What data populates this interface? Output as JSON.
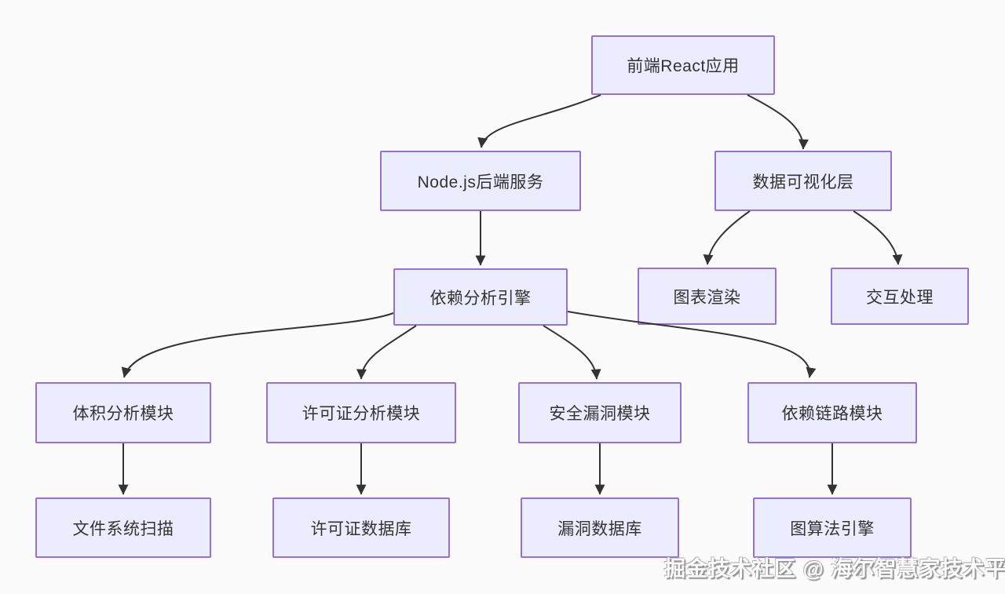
{
  "page": {
    "background": "#fcfbfb"
  },
  "diagram": {
    "type": "flowchart",
    "direction": "top-down",
    "style": {
      "node_fill": "#ececff",
      "node_border": "#9370db",
      "node_text": "#333333",
      "edge_color": "#333333"
    },
    "nodes": {
      "react_app": {
        "label": "前端React应用"
      },
      "node_backend": {
        "label": "Node.js后端服务"
      },
      "data_viz": {
        "label": "数据可视化层"
      },
      "dep_engine": {
        "label": "依赖分析引擎"
      },
      "chart_render": {
        "label": "图表渲染"
      },
      "interaction": {
        "label": "交互处理"
      },
      "volume_module": {
        "label": "体积分析模块"
      },
      "license_module": {
        "label": "许可证分析模块"
      },
      "security_module": {
        "label": "安全漏洞模块"
      },
      "chain_module": {
        "label": "依赖链路模块"
      },
      "fs_scan": {
        "label": "文件系统扫描"
      },
      "license_db": {
        "label": "许可证数据库"
      },
      "vuln_db": {
        "label": "漏洞数据库"
      },
      "graph_engine": {
        "label": "图算法引擎"
      }
    },
    "edges": [
      {
        "from": "react_app",
        "to": "node_backend"
      },
      {
        "from": "react_app",
        "to": "data_viz"
      },
      {
        "from": "node_backend",
        "to": "dep_engine"
      },
      {
        "from": "data_viz",
        "to": "chart_render"
      },
      {
        "from": "data_viz",
        "to": "interaction"
      },
      {
        "from": "dep_engine",
        "to": "volume_module"
      },
      {
        "from": "dep_engine",
        "to": "license_module"
      },
      {
        "from": "dep_engine",
        "to": "security_module"
      },
      {
        "from": "dep_engine",
        "to": "chain_module"
      },
      {
        "from": "volume_module",
        "to": "fs_scan"
      },
      {
        "from": "license_module",
        "to": "license_db"
      },
      {
        "from": "security_module",
        "to": "vuln_db"
      },
      {
        "from": "chain_module",
        "to": "graph_engine"
      }
    ]
  },
  "watermark": {
    "text": "掘金技术社区 @ 海尔智慧家技术平台"
  }
}
